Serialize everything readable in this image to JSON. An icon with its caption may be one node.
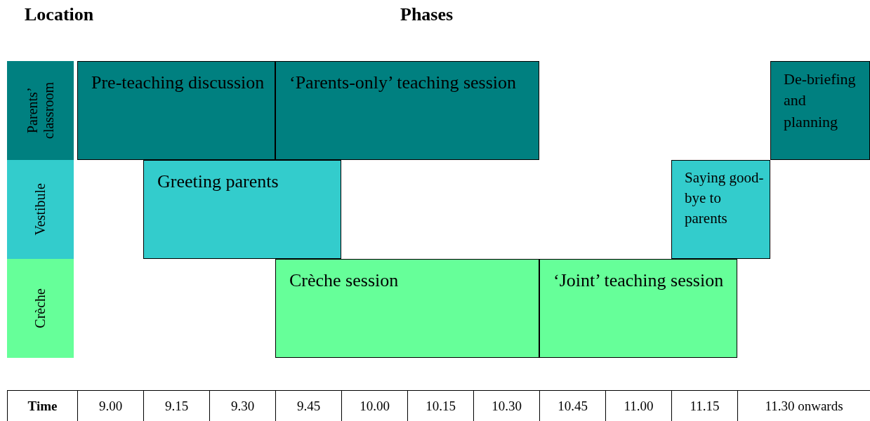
{
  "diagram": {
    "nodes": [
      {
        "text": [
          "Parents’ classroom"
        ]
      },
      {
        "text": [
          "Vestibule"
        ]
      },
      {
        "text": [
          "Crèche"
        ]
      },
      {
        "text": [
          "Pre-teaching discussion"
        ]
      },
      {
        "text": [
          "‘Parents-only’ teaching session"
        ]
      },
      {
        "text": [
          "De-briefing and planning"
        ]
      },
      {
        "text": [
          "Greeting parents"
        ]
      },
      {
        "text": [
          "Saying good-bye to parents"
        ]
      },
      {
        "text": [
          "Crèche session"
        ]
      },
      {
        "text": [
          "‘Joint’ teaching session"
        ]
      }
    ],
    "labels": [
      "Location",
      "Phases",
      "Time",
      "9.00",
      "9.15",
      "9.30",
      "9.45",
      "10.00",
      "10.15",
      "10.30",
      "10.45",
      "11.00",
      "11.15",
      "11.30 onwards"
    ]
  }
}
